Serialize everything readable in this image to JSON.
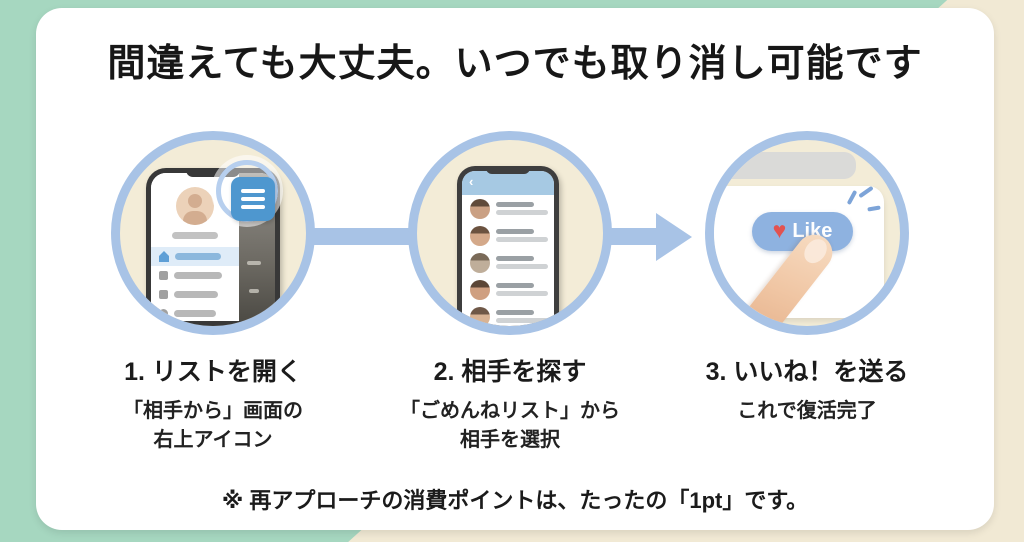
{
  "header": {
    "title": "間違えても大丈夫。いつでも取り消し可能です"
  },
  "steps": [
    {
      "title": "1. リストを開く",
      "desc_line1": "「相手から」画面の",
      "desc_line2": "右上アイコン"
    },
    {
      "title": "2. 相手を探す",
      "desc_line1": "「ごめんねリスト」から",
      "desc_line2": "相手を選択"
    },
    {
      "title": "3. いいね！を送る",
      "desc_line1": "これで復活完了",
      "desc_line2": ""
    }
  ],
  "illustrations": {
    "like_button_label": "Like",
    "icons": {
      "hamburger_menu": "three-bars",
      "back": "‹",
      "heart": "♥",
      "home": "house-shape",
      "arrow_right": "triangle-arrow"
    }
  },
  "footer": {
    "note": "※ 再アプローチの消費ポイントは、たったの「1pt」です。"
  },
  "colors": {
    "background_green": "#a6d7c0",
    "background_cream": "#f1e9d4",
    "panel_white": "#ffffff",
    "circle_fill_cream": "#f3ecd7",
    "accent_blue": "#a8c3e6",
    "like_button_blue": "#8eb2e0",
    "heart_red": "#e25250",
    "menu_square_blue": "#4e97cf",
    "phone_header_blue": "#a6c9e3",
    "text_black": "#1b1b1b"
  }
}
